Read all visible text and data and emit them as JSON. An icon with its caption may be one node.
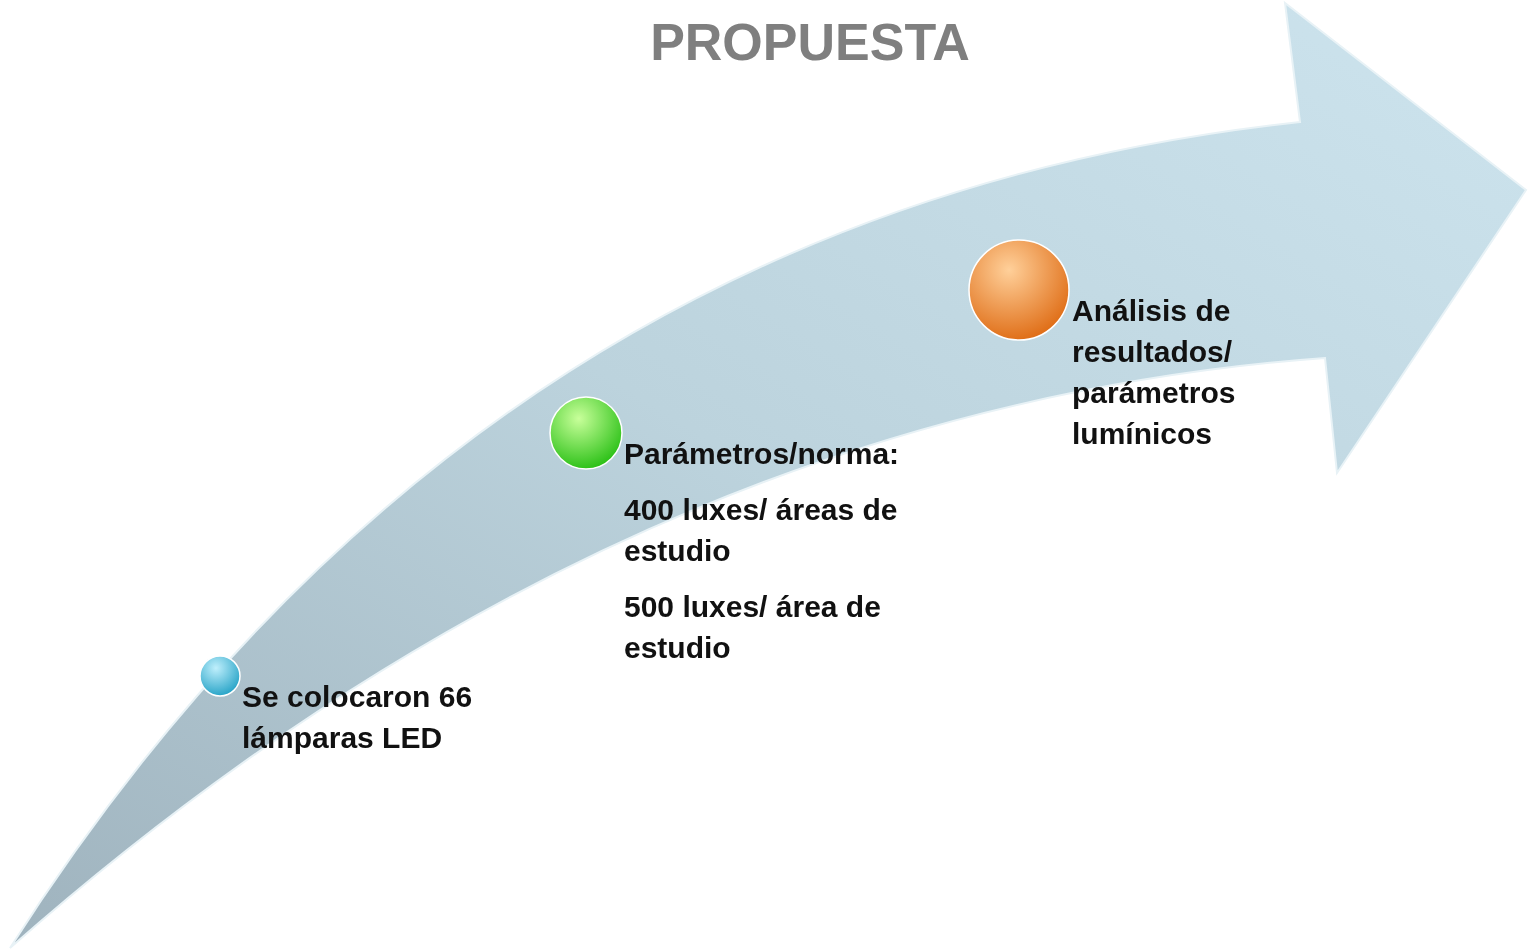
{
  "diagram": {
    "title": "PROPUESTA",
    "nodes": [
      {
        "text": [
          "Se colocaron 66 lámparas LED"
        ]
      },
      {
        "text": [
          "Parámetros/norma:",
          "400 luxes/ áreas de estudio",
          "500 luxes/ área de estudio"
        ]
      },
      {
        "text": [
          "Análisis de resultados/ parámetros lumínicos"
        ]
      }
    ]
  }
}
